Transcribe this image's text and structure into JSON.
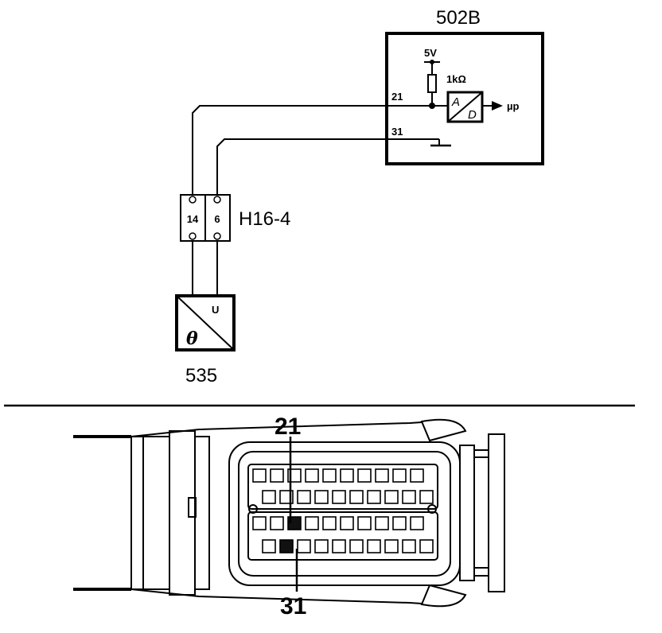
{
  "schematic": {
    "ecu_label": "502B",
    "supply_label": "5V",
    "resistor_label": "1kΩ",
    "adc_a": "A",
    "adc_d": "D",
    "micro_label": "µp",
    "pin_21": "21",
    "pin_31": "31",
    "connector_label": "H16-4",
    "conn_pin_14": "14",
    "conn_pin_6": "6",
    "sensor_label": "535",
    "sensor_u": "U",
    "sensor_theta": "θ"
  },
  "connector_view": {
    "callout_top": "21",
    "callout_bottom": "31"
  }
}
